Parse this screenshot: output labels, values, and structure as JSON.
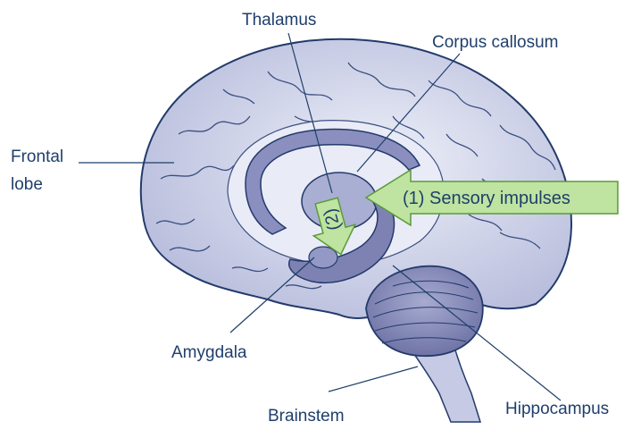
{
  "labels": {
    "thalamus": "Thalamus",
    "corpus_callosum": "Corpus callosum",
    "frontal_lobe_line1": "Frontal",
    "frontal_lobe_line2": "lobe",
    "amygdala": "Amygdala",
    "brainstem": "Brainstem",
    "hippocampus": "Hippocampus"
  },
  "arrows": {
    "sensory_impulses": "(1) Sensory impulses",
    "step_two": "(2)"
  },
  "colors": {
    "brain_fill": "#c9cde6",
    "brain_light": "#e8eaf4",
    "outline": "#233a6b",
    "limbic": "#7e82b3",
    "corpus": "#8a8fbf",
    "arrow_fill": "#bfe3a0",
    "arrow_stroke": "#5a9a3a",
    "label": "#1f3f6b"
  }
}
